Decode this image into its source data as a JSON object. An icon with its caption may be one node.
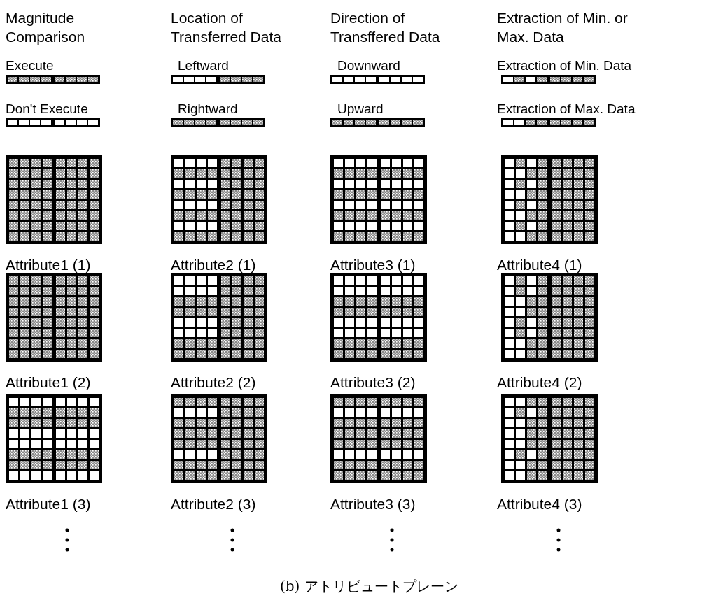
{
  "diagram": {
    "caption": "(b) アトリビュートプレーン",
    "labels": [
      "Magnitude Comparison",
      "Location of Transferred Data",
      "Direction of Transffered Data",
      "Extraction of Min. or Max. Data",
      "Attribute1 (1)",
      "Attribute2 (1)",
      "Attribute3 (1)",
      "Attribute4 (1)",
      "Attribute1 (2)",
      "Attribute2 (2)",
      "Attribute3 (2)",
      "Attribute4 (2)",
      "Attribute1 (3)",
      "Attribute2 (3)",
      "Attribute3 (3)",
      "Attribute4 (3)"
    ],
    "legend": [
      {
        "text": "Execute"
      },
      {
        "text": "Leftward"
      },
      {
        "text": "Downward"
      },
      {
        "text": "Extraction of Min. Data"
      },
      {
        "text": "Don't Execute"
      },
      {
        "text": "Rightward"
      },
      {
        "text": "Upward"
      },
      {
        "text": "Extraction of Max. Data"
      }
    ]
  }
}
